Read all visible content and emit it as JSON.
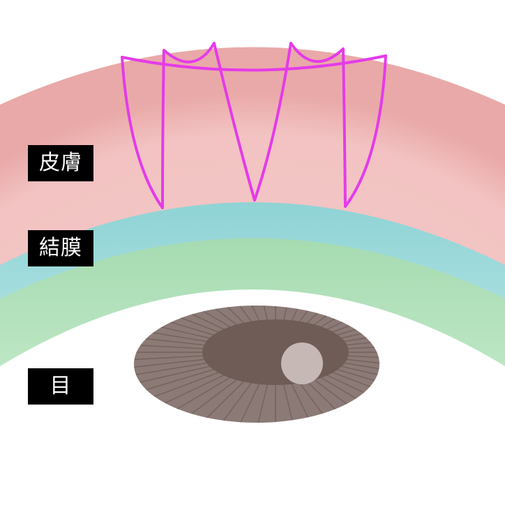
{
  "labels": {
    "skin": "皮膚",
    "conjunctiva": "結膜",
    "eye": "目"
  },
  "colors": {
    "background": "#ffffff",
    "skin": "#f3c7c6",
    "skin_edge": "#e9a9a8",
    "conjunctiva": "#a9dfdf",
    "conjunctiva_edge": "#7ec9cb",
    "lower_band": "#b4e3bd",
    "lower_band_edge": "#93d3a4",
    "suture": "#e43be9",
    "iris": "#8b7a76",
    "pupil": "#6f5c56",
    "iris_stripes": "#735f59",
    "highlight": "#c9bdbb",
    "label_bg": "#000000",
    "label_text": "#ffffff"
  },
  "icons": {
    "suture": "suture-loops",
    "eye": "eye-iris-icon"
  }
}
